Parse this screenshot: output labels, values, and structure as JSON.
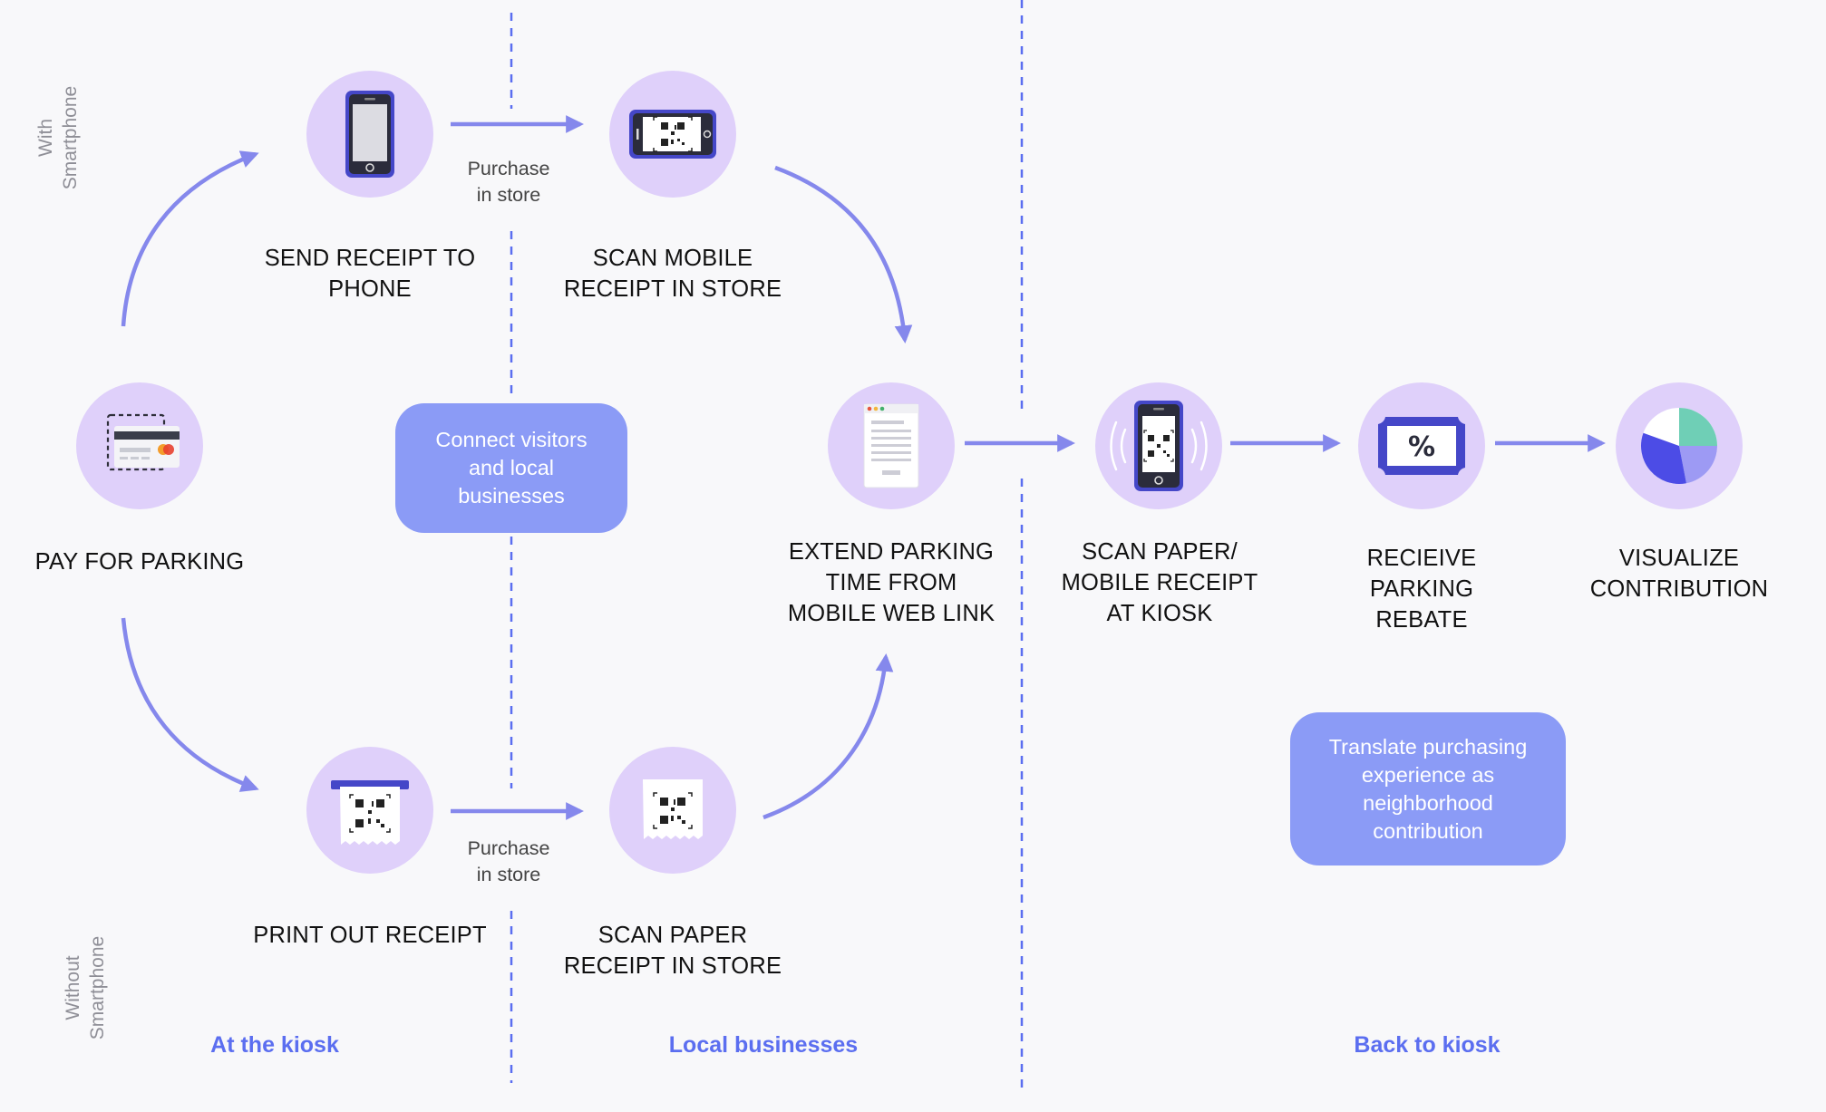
{
  "side_labels": {
    "with_smartphone": "With\nSmartphone",
    "without_smartphone": "Without\nSmartphone"
  },
  "nodes": {
    "pay_for_parking": "PAY FOR PARKING",
    "send_receipt_to_phone": "SEND RECEIPT TO\nPHONE",
    "scan_mobile_receipt_in_store": "SCAN MOBILE\nRECEIPT IN STORE",
    "print_out_receipt": "PRINT OUT RECEIPT",
    "scan_paper_receipt_in_store": "SCAN PAPER\nRECEIPT IN STORE",
    "extend_parking_time": "EXTEND PARKING\nTIME FROM\nMOBILE WEB LINK",
    "scan_receipt_at_kiosk": "SCAN PAPER/\nMOBILE RECEIPT\nAT KIOSK",
    "receive_parking_rebate": "RECIEIVE\nPARKING\nREBATE",
    "visualize_contribution": "VISUALIZE\nCONTRIBUTION"
  },
  "flow_notes": {
    "purchase_top": "Purchase\nin store",
    "purchase_bottom": "Purchase\nin store"
  },
  "callouts": {
    "connect": "Connect visitors\nand local\nbusinesses",
    "translate": "Translate purchasing\nexperience as\nneighborhood\ncontribution"
  },
  "sections": {
    "kiosk": "At the kiosk",
    "local": "Local businesses",
    "back": "Back to kiosk"
  },
  "icons": {
    "pay_for_parking": "credit-card-icon",
    "send_receipt_to_phone": "smartphone-icon",
    "scan_mobile_receipt_in_store": "landscape-phone-qr-icon",
    "print_out_receipt": "printed-receipt-qr-icon",
    "scan_paper_receipt_in_store": "paper-receipt-qr-icon",
    "extend_parking_time": "web-page-icon",
    "scan_receipt_at_kiosk": "phone-scan-qr-icon",
    "receive_parking_rebate": "rebate-ticket-icon",
    "visualize_contribution": "pie-chart-icon"
  },
  "colors": {
    "background": "#f8f8fa",
    "circle": "#dfd0fa",
    "accent": "#8588ec",
    "callout": "#8b9bf6",
    "section_text": "#5b6ef0",
    "dashed_divider": "#5b6ef0",
    "icon_dark": "#4547c8",
    "pie_teal": "#6fcfb6",
    "pie_blue": "#4c4ce6",
    "pie_light": "#9d9af4"
  }
}
